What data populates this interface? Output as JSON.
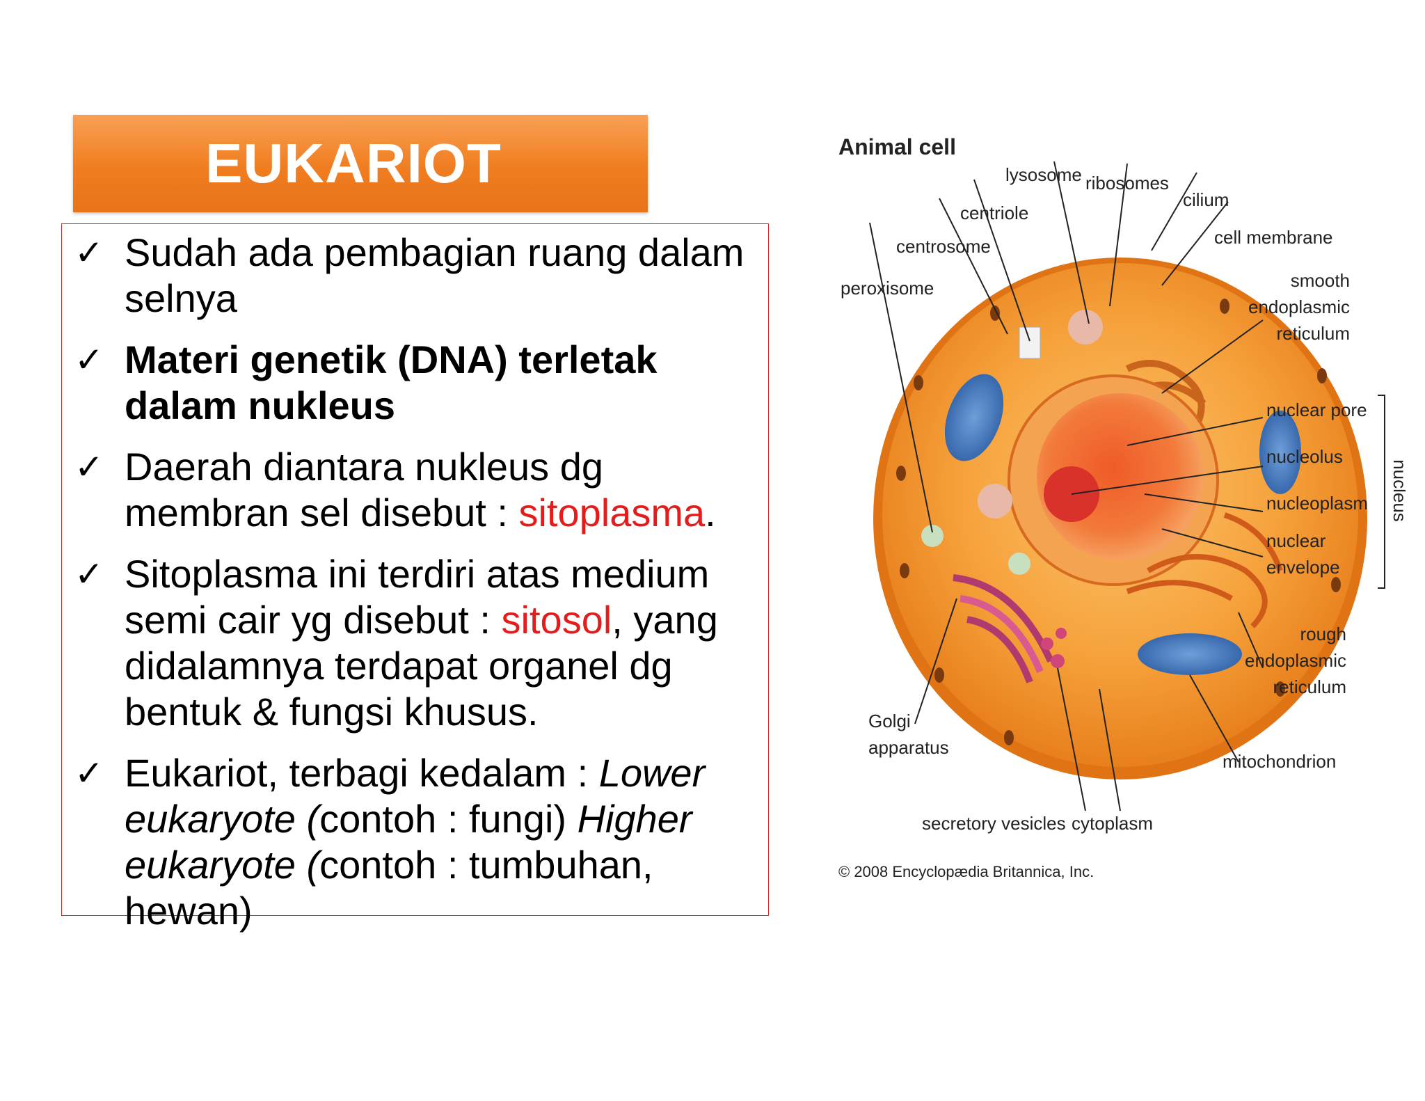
{
  "title": "EUKARIOT",
  "bullets": [
    {
      "text": "Sudah ada pembagian ruang dalam selnya"
    },
    {
      "text": "Materi genetik (DNA) terletak dalam nukleus"
    },
    {
      "pre": "Daerah diantara nukleus dg membran sel disebut : ",
      "highlight": "sitoplasma",
      "post": "."
    },
    {
      "pre": "Sitoplasma ini terdiri atas medium semi cair yg disebut : ",
      "highlight": "sitosol",
      "post": ", yang didalamnya terdapat organel dg bentuk & fungsi khusus."
    },
    {
      "pre": "Eukariot, terbagi kedalam : ",
      "italic1": "Lower eukaryote (",
      "mid": "contoh : fungi) ",
      "italic2": "Higher eukaryote (",
      "end": "contoh : tumbuhan, hewan)"
    }
  ],
  "diagram": {
    "title": "Animal cell",
    "labels": {
      "lysosome": "lysosome",
      "ribosomes": "ribosomes",
      "cilium": "cilium",
      "centriole": "centriole",
      "centrosome": "centrosome",
      "cell_membrane": "cell membrane",
      "peroxisome": "peroxisome",
      "smooth_er_1": "smooth",
      "smooth_er_2": "endoplasmic",
      "smooth_er_3": "reticulum",
      "nuclear_pore": "nuclear pore",
      "nucleolus": "nucleolus",
      "nucleoplasm": "nucleoplasm",
      "nuclear_envelope_1": "nuclear",
      "nuclear_envelope_2": "envelope",
      "nucleus": "nucleus",
      "rough_er_1": "rough",
      "rough_er_2": "endoplasmic",
      "rough_er_3": "reticulum",
      "golgi_1": "Golgi",
      "golgi_2": "apparatus",
      "mitochondrion": "mitochondrion",
      "secretory_vesicles": "secretory vesicles",
      "cytoplasm": "cytoplasm"
    },
    "copyright": "© 2008 Encyclopædia Britannica, Inc."
  },
  "colors": {
    "banner": "#f07d20",
    "highlight": "#e41c1c",
    "box_border": "#d62a2a"
  }
}
